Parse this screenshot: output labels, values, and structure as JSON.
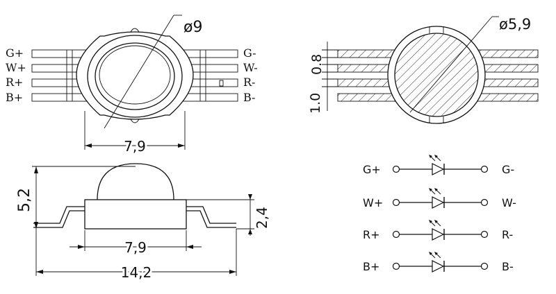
{
  "top_left_view": {
    "diameter_label": "ø9",
    "width_label": "7,9",
    "pins_left": [
      "G+",
      "W+",
      "R+",
      "B+"
    ],
    "pins_right": [
      "G-",
      "W-",
      "R-",
      "B-"
    ]
  },
  "top_right_view": {
    "diameter_label": "ø5,9",
    "pitch_label": "0.8",
    "pad_label": "1.0"
  },
  "side_view": {
    "height_label": "5,2",
    "body_height_label": "2,4",
    "inner_width_label": "7,9",
    "total_width_label": "14,2"
  },
  "schematic": {
    "left_labels": [
      "G+",
      "W+",
      "R+",
      "B+"
    ],
    "right_labels": [
      "G-",
      "W-",
      "R-",
      "B-"
    ]
  }
}
